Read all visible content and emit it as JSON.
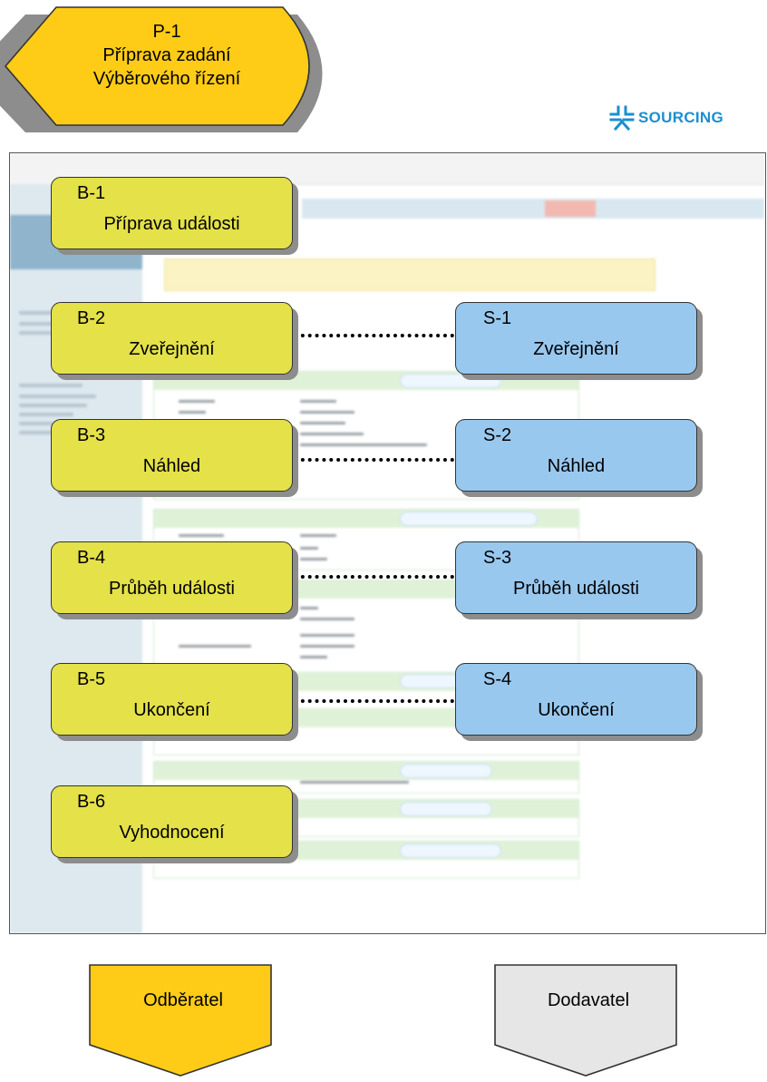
{
  "phase": {
    "code": "P-1",
    "line1": "Příprava zadání",
    "line2": "Výběrového řízení",
    "color": "#fecc17"
  },
  "logo": {
    "text": "SOURCING",
    "color": "#1a8fd0"
  },
  "buyer_steps": [
    {
      "code": "B-1",
      "label": "Příprava události"
    },
    {
      "code": "B-2",
      "label": "Zveřejnění"
    },
    {
      "code": "B-3",
      "label": "Náhled"
    },
    {
      "code": "B-4",
      "label": "Průběh události"
    },
    {
      "code": "B-5",
      "label": "Ukončení"
    },
    {
      "code": "B-6",
      "label": "Vyhodnocení"
    }
  ],
  "supplier_steps": [
    {
      "code": "S-1",
      "label": "Zveřejnění"
    },
    {
      "code": "S-2",
      "label": "Náhled"
    },
    {
      "code": "S-3",
      "label": "Průběh události"
    },
    {
      "code": "S-4",
      "label": "Ukončení"
    }
  ],
  "legend": {
    "buyer": {
      "label": "Odběratel",
      "color": "#fecc17"
    },
    "supplier": {
      "label": "Dodavatel",
      "color": "#e6e6e6"
    }
  },
  "colors": {
    "buyer_box": "#e4e149",
    "supplier_box": "#99c8ef"
  }
}
